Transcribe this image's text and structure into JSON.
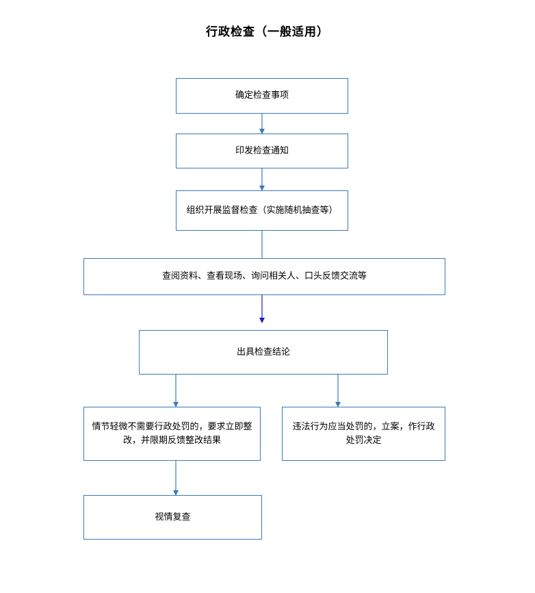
{
  "title": "行政检查（一般适用）",
  "steps": {
    "s1": "确定检查事项",
    "s2": "印发检查通知",
    "s3": "组织开展监督检查（实施随机抽查等）",
    "s4": "查阅资料、查看现场、询问相关人、口头反馈交流等",
    "s5": "出具检查结论",
    "s6": "情节轻微不需要行政处罚的，要求立即整改，并限期反馈整改结果",
    "s7": "违法行为应当处罚的，立案，作行政处罚决定",
    "s8": "视情复查"
  },
  "colors": {
    "border": "#3a7ab8",
    "arrow": "#3a7ab8",
    "arrow_dark": "#1a1acc"
  }
}
